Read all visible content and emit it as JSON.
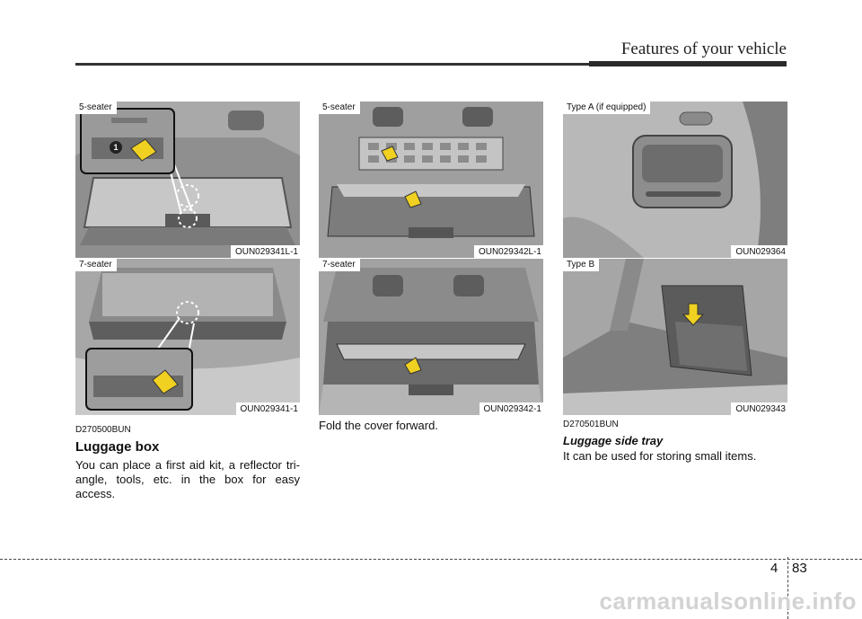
{
  "header": {
    "title": "Features of your vehicle"
  },
  "figures": [
    {
      "tag": "5-seater",
      "code": "OUN029341L-1"
    },
    {
      "tag": "7-seater",
      "code": "OUN029341-1"
    },
    {
      "tag": "5-seater",
      "code": "OUN029342L-1"
    },
    {
      "tag": "7-seater",
      "code": "OUN029342-1"
    },
    {
      "tag": "Type A (if equipped)",
      "code": "OUN029364"
    },
    {
      "tag": "Type B",
      "code": "OUN029343"
    }
  ],
  "callout": {
    "number": "1"
  },
  "left": {
    "doc_code": "D270500BUN",
    "title": "Luggage box",
    "body": "You can place a first aid kit, a reflector tri-angle, tools, etc. in the box for easy access."
  },
  "middle": {
    "body": "Fold the cover forward."
  },
  "right": {
    "doc_code": "D270501BUN",
    "title": "Luggage side tray",
    "body": "It can be used for storing small items."
  },
  "footer": {
    "chapter": "4",
    "page": "83"
  },
  "watermark": "carmanualsonline.info",
  "colors": {
    "arrow": "#f0d020",
    "photo_bg": "#b9b9b9"
  }
}
